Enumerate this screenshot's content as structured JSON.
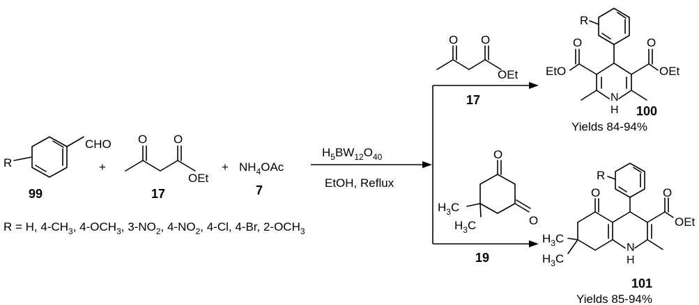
{
  "reactants": {
    "aldehyde": {
      "group": "CHO",
      "r_label": "R",
      "number": "99"
    },
    "plus_1": "+",
    "ketoester": {
      "oet": "OEt",
      "number": "17"
    },
    "plus_2": "+",
    "ammonium_acetate": {
      "formula": "NH4OAc",
      "number": "7"
    }
  },
  "r_definition": "R = H, 4-CH3, 4-OCH3, 3-NO2, 4-NO2, 4-Cl, 4-Br, 2-OCH3",
  "conditions": {
    "catalyst": "H5BW12O40",
    "solvent": "EtOH, Reflux"
  },
  "upper_branch": {
    "reagent": {
      "oet": "OEt",
      "number": "17"
    },
    "product": {
      "r_label": "R",
      "left_ester": "EtO",
      "right_ester": "OEt",
      "nh": "NH",
      "number": "100",
      "yield": "Yields 84-94%"
    }
  },
  "lower_branch": {
    "reagent": {
      "number": "19"
    },
    "product": {
      "r_label": "R",
      "ester": "OEt",
      "nh": "NH",
      "number": "101",
      "yield": "Yields 85-94%"
    }
  }
}
